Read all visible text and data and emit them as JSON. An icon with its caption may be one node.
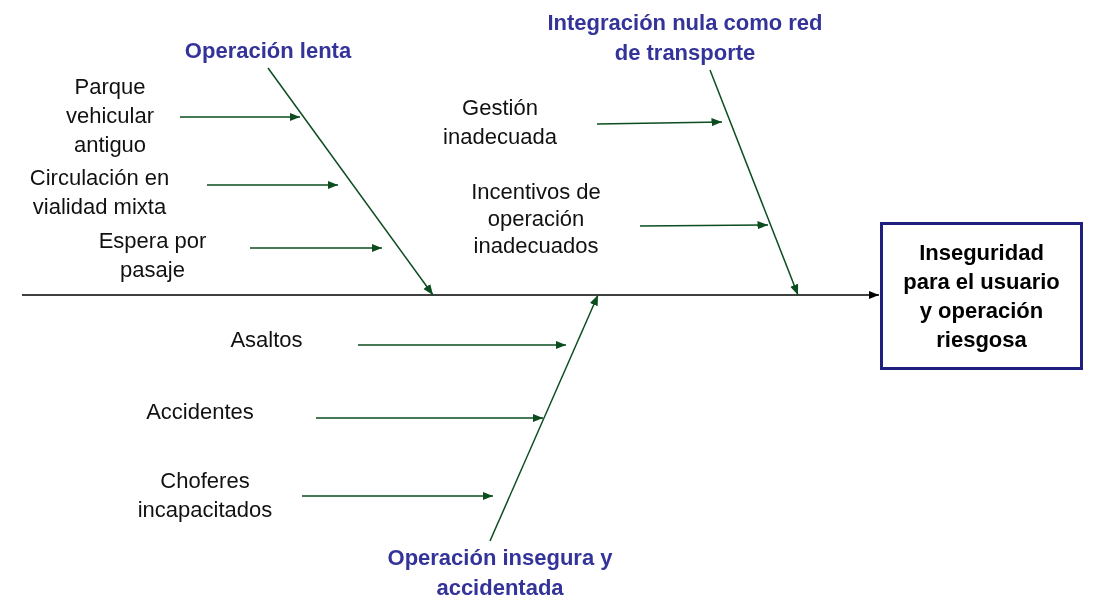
{
  "diagram": {
    "nodes": [
      {
        "text": [
          "Operación lenta"
        ]
      },
      {
        "text": [
          "Parque vehicular antiguo"
        ]
      },
      {
        "text": [
          "Circulación en vialidad mixta"
        ]
      },
      {
        "text": [
          "Espera por pasaje"
        ]
      },
      {
        "text": [
          "Integración nula como red de transporte"
        ]
      },
      {
        "text": [
          "Gestión inadecuada"
        ]
      },
      {
        "text": [
          "Incentivos de operación inadecuados"
        ]
      },
      {
        "text": [
          "Inseguridad para el usuario y operación riesgosa"
        ]
      },
      {
        "text": [
          "Asaltos"
        ]
      },
      {
        "text": [
          "Accidentes"
        ]
      },
      {
        "text": [
          "Choferes incapacitados"
        ]
      },
      {
        "text": [
          "Operación insegura y accidentada"
        ]
      }
    ],
    "edges": [
      {
        "from": null,
        "to": 7,
        "arrow": "to",
        "color": "#000000"
      },
      {
        "from": 0,
        "to": null,
        "arrow": "to"
      },
      {
        "from": 1,
        "to": null,
        "arrow": "to"
      },
      {
        "from": 2,
        "to": null,
        "arrow": "to"
      },
      {
        "from": 3,
        "to": null,
        "arrow": "to"
      },
      {
        "from": 4,
        "to": null,
        "arrow": "to"
      },
      {
        "from": 5,
        "to": null,
        "arrow": "to"
      },
      {
        "from": 6,
        "to": null,
        "arrow": "to"
      },
      {
        "from": 11,
        "to": null,
        "arrow": "to"
      },
      {
        "from": 8,
        "to": null,
        "arrow": "to"
      },
      {
        "from": 9,
        "to": null,
        "arrow": "to"
      },
      {
        "from": 10,
        "to": null,
        "arrow": "to"
      }
    ]
  }
}
